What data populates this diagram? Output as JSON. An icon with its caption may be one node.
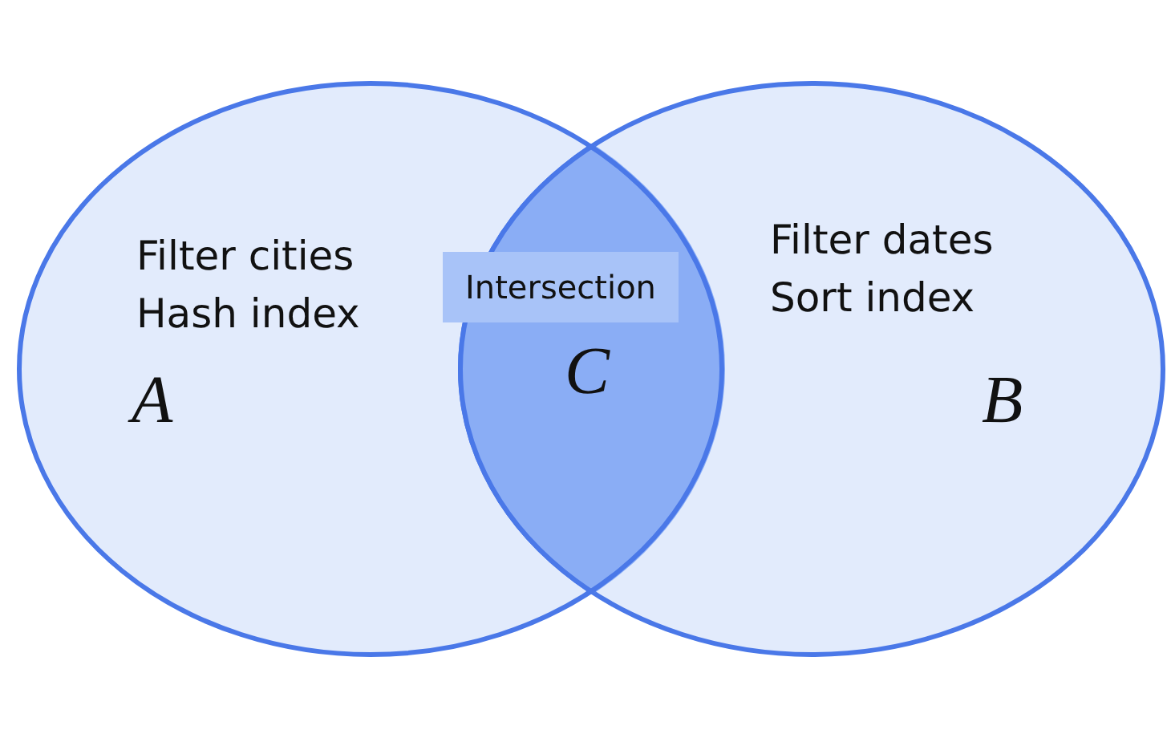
{
  "diagram": {
    "nodes": [
      {
        "text": [
          "Filter cities Hash index",
          "A"
        ]
      },
      {
        "text": [
          "Filter dates Sort index",
          "B"
        ]
      },
      {
        "text": [
          "Intersection",
          "C"
        ]
      }
    ]
  }
}
